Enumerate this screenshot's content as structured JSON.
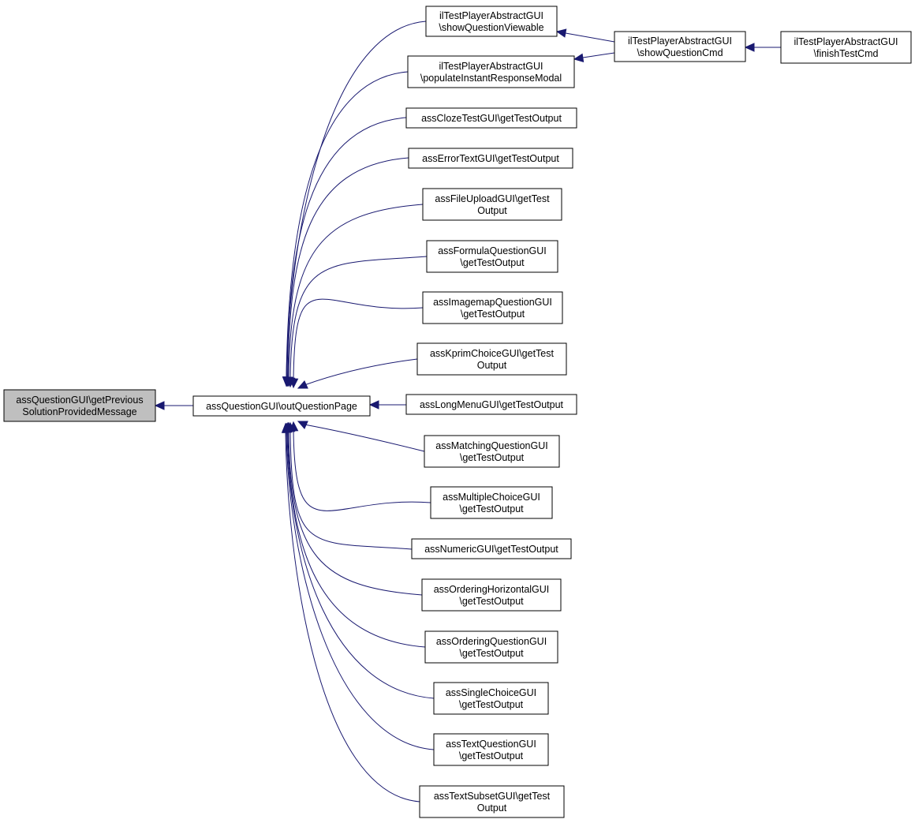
{
  "nodes": {
    "target": [
      "assQuestionGUI\\getPrevious",
      "SolutionProvidedMessage"
    ],
    "out": [
      "assQuestionGUI\\outQuestionPage"
    ],
    "viewable": [
      "ilTestPlayerAbstractGUI",
      "\\showQuestionViewable"
    ],
    "instant": [
      "ilTestPlayerAbstractGUI",
      "\\populateInstantResponseModal"
    ],
    "showcmd": [
      "ilTestPlayerAbstractGUI",
      "\\showQuestionCmd"
    ],
    "finish": [
      "ilTestPlayerAbstractGUI",
      "\\finishTestCmd"
    ],
    "cloze": [
      "assClozeTestGUI\\getTestOutput"
    ],
    "errortext": [
      "assErrorTextGUI\\getTestOutput"
    ],
    "fileupload": [
      "assFileUploadGUI\\getTest",
      "Output"
    ],
    "formula": [
      "assFormulaQuestionGUI",
      "\\getTestOutput"
    ],
    "imagemap": [
      "assImagemapQuestionGUI",
      "\\getTestOutput"
    ],
    "kprim": [
      "assKprimChoiceGUI\\getTest",
      "Output"
    ],
    "longmenu": [
      "assLongMenuGUI\\getTestOutput"
    ],
    "matching": [
      "assMatchingQuestionGUI",
      "\\getTestOutput"
    ],
    "multiple": [
      "assMultipleChoiceGUI",
      "\\getTestOutput"
    ],
    "numeric": [
      "assNumericGUI\\getTestOutput"
    ],
    "orderh": [
      "assOrderingHorizontalGUI",
      "\\getTestOutput"
    ],
    "orderq": [
      "assOrderingQuestionGUI",
      "\\getTestOutput"
    ],
    "single": [
      "assSingleChoiceGUI",
      "\\getTestOutput"
    ],
    "textq": [
      "assTextQuestionGUI",
      "\\getTestOutput"
    ],
    "textsubset": [
      "assTextSubsetGUI\\getTest",
      "Output"
    ]
  }
}
